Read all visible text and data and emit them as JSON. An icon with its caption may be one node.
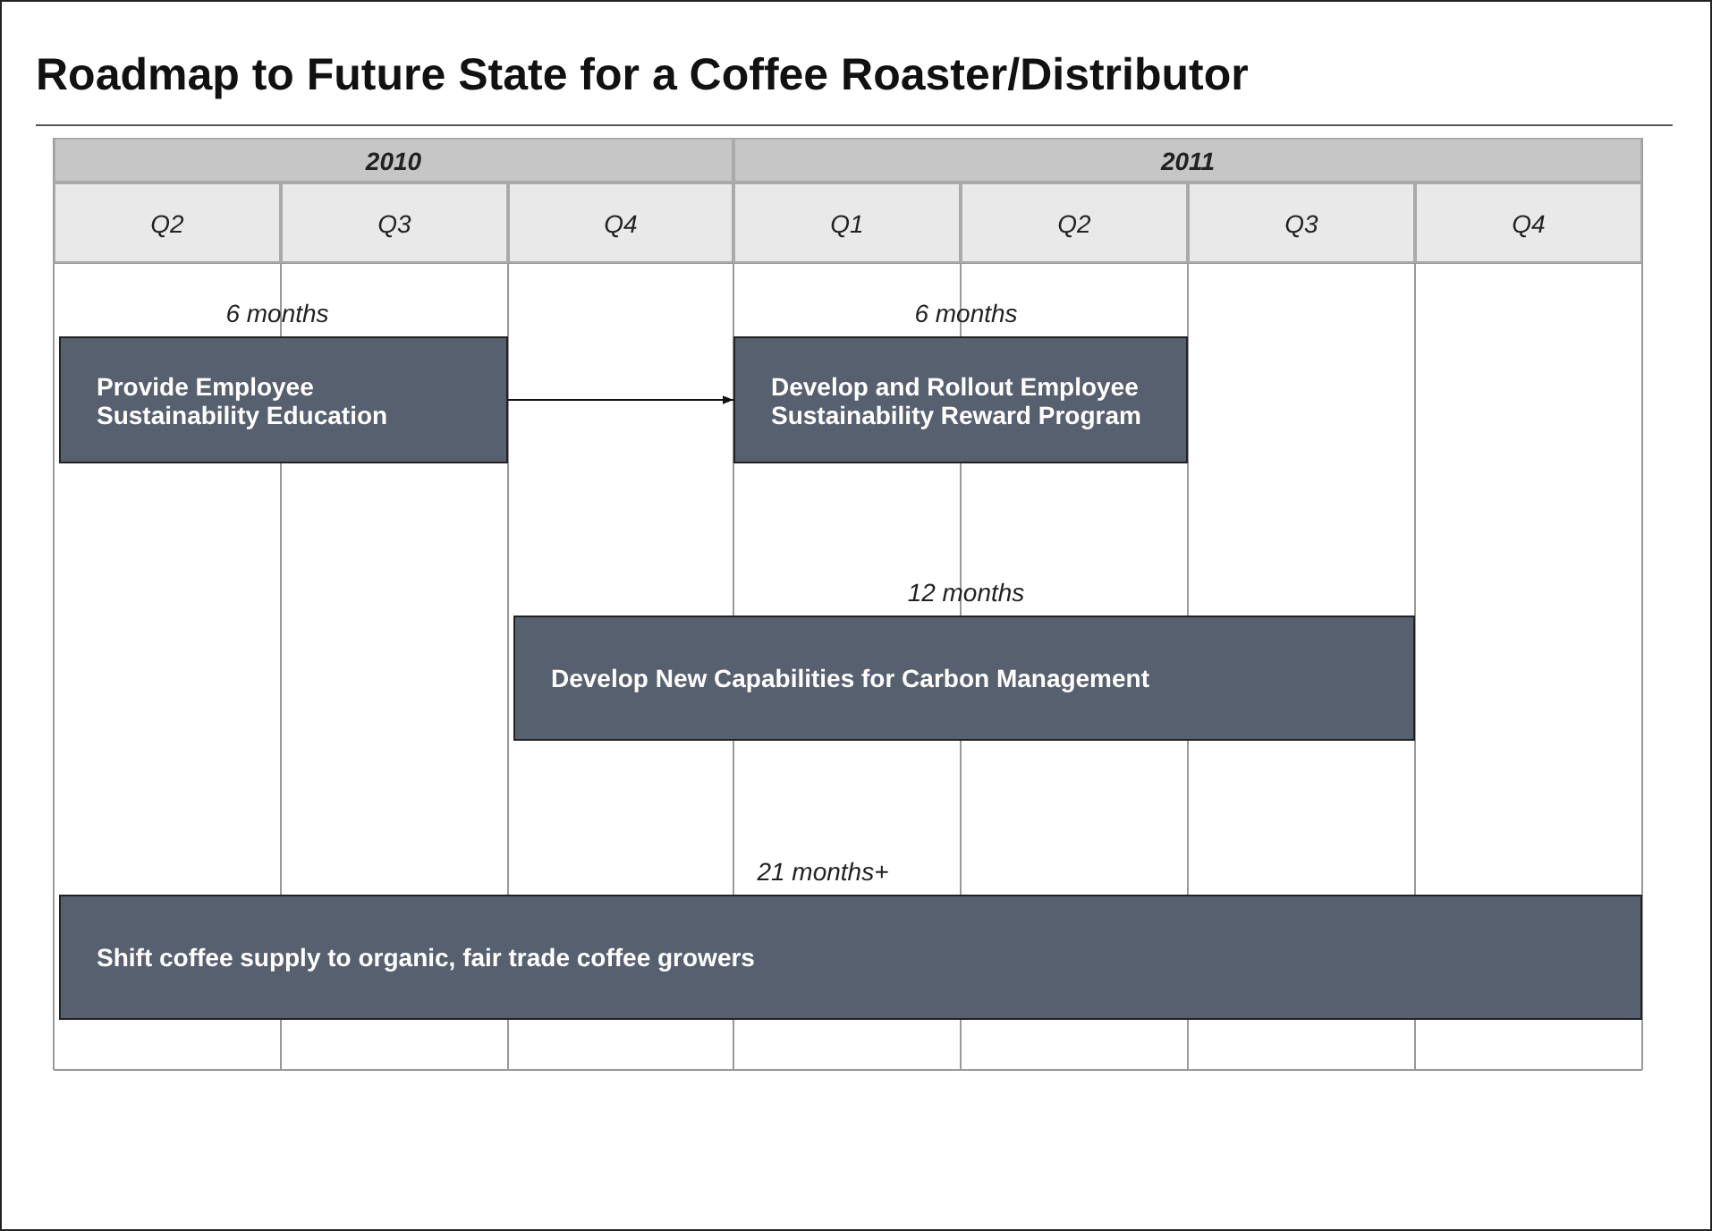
{
  "diagram": {
    "title": "Roadmap to Future State for a Coffee Roaster/Distributor",
    "nodes": [
      {
        "text": [
          "Provide Employee Sustainability Education"
        ],
        "beside": [
          "6 months"
        ]
      },
      {
        "text": [
          "Develop and Rollout Employee Sustainability Reward Program"
        ],
        "beside": [
          "6 months"
        ]
      },
      {
        "text": [
          "Develop New Capabilities for Carbon Management"
        ],
        "beside": [
          "12 months"
        ]
      },
      {
        "text": [
          "Shift coffee supply to organic, fair trade coffee growers"
        ],
        "beside": [
          "21 months+"
        ]
      }
    ],
    "edges": [
      {
        "from": 0,
        "to": 1,
        "arrow": "to"
      }
    ],
    "labels": [
      "2010",
      "2011",
      "Q2",
      "Q3",
      "Q4",
      "Q1",
      "Q2",
      "Q3",
      "Q4"
    ]
  }
}
